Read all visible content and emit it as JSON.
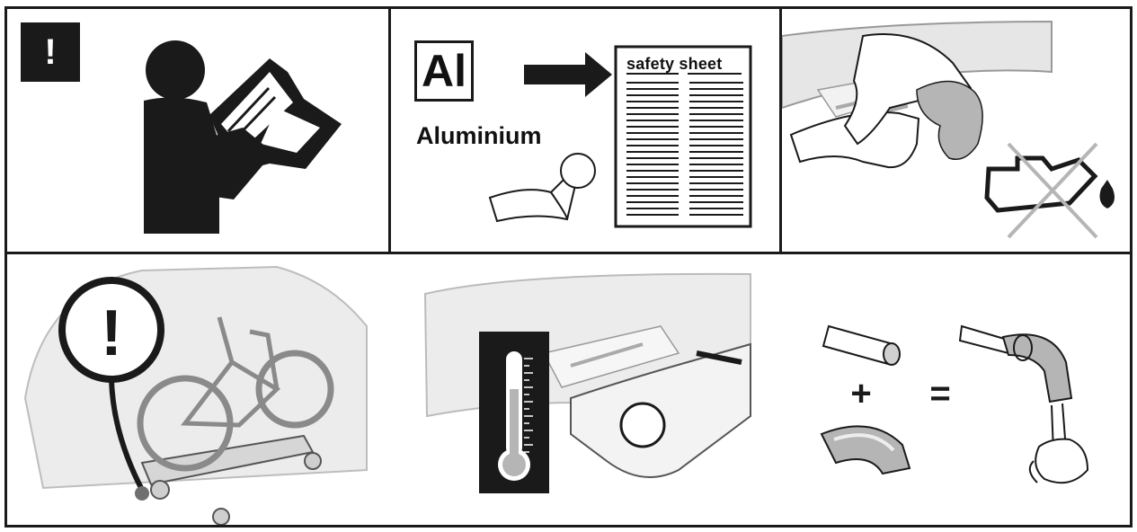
{
  "panels": {
    "read_manual": {
      "badge": "!"
    },
    "aluminium": {
      "symbol": "Al",
      "label": "Aluminium",
      "sheet_title": "safety sheet"
    },
    "clean_no_grease": {},
    "bike_warning": {
      "badge": "!"
    },
    "temperature": {},
    "combine": {
      "plus": "+",
      "equals": "="
    }
  },
  "colors": {
    "ink": "#1a1a1a",
    "grey": "#b5b5b5",
    "light": "#e6e6e6"
  }
}
